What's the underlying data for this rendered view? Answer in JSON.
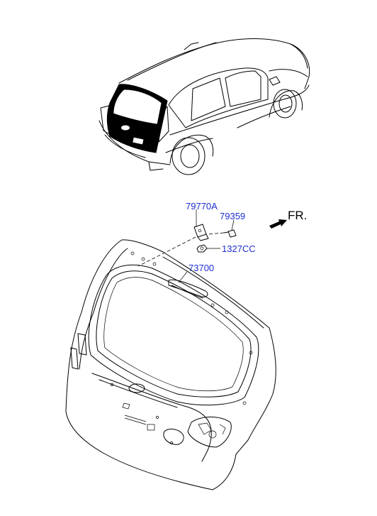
{
  "parts": {
    "hinge": "79770A",
    "bolt": "79359",
    "nut": "1327CC",
    "tailgate": "73700"
  },
  "direction": {
    "label": "FR."
  }
}
